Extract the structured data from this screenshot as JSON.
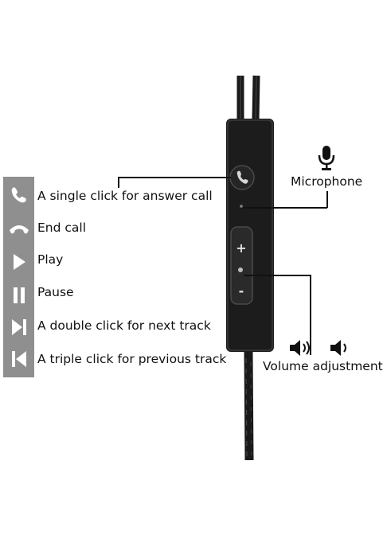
{
  "functions": [
    {
      "icon": "phone-answer-icon",
      "label": "A single click for answer call"
    },
    {
      "icon": "phone-hangup-icon",
      "label": "End call"
    },
    {
      "icon": "play-icon",
      "label": "Play"
    },
    {
      "icon": "pause-icon",
      "label": "Pause"
    },
    {
      "icon": "next-track-icon",
      "label": "A double click for next track"
    },
    {
      "icon": "previous-track-icon",
      "label": "A triple click for previous track"
    }
  ],
  "callouts": {
    "microphone": {
      "icon": "microphone-icon",
      "label": "Microphone"
    },
    "volume": {
      "icons": [
        "volume-loud-icon",
        "volume-soft-icon"
      ],
      "label": "Volume adjustment"
    }
  },
  "remote": {
    "buttons": [
      "+",
      "-"
    ]
  },
  "colors": {
    "icon_column": "#8f8f8f",
    "remote_body": "#1c1c1c",
    "text": "#111111"
  }
}
